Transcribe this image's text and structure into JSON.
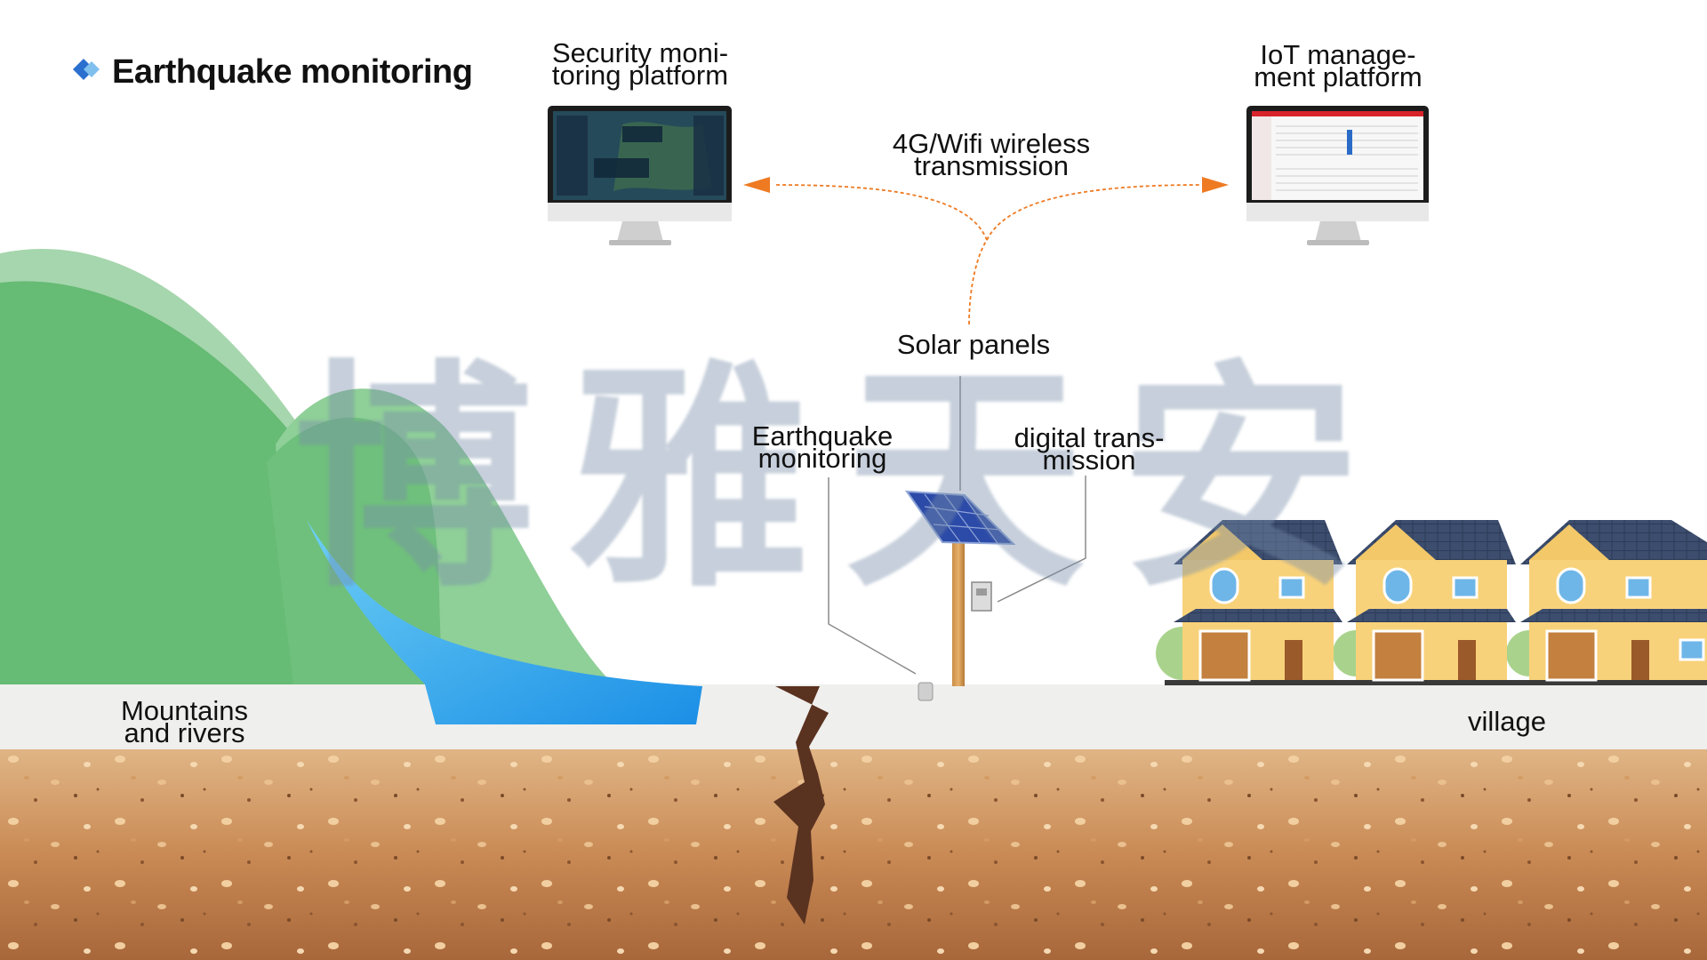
{
  "title": "Earthquake monitoring",
  "labels": {
    "security_platform": [
      "Security moni-",
      "toring platform"
    ],
    "iot_platform": [
      "IoT manage-",
      "ment platform"
    ],
    "wireless": [
      "4G/Wifi wireless",
      "transmission"
    ],
    "solar": "Solar panels",
    "earthquake_monitoring": [
      "Earthquake",
      "monitoring"
    ],
    "digital_transmission": [
      "digital trans-",
      "mission"
    ],
    "mountains": [
      "Mountains",
      "and rivers"
    ],
    "village": "village"
  },
  "watermark": "博雅天安",
  "colors": {
    "arrow": "#ee7a22",
    "mountain_light": "#a6d6ad",
    "mountain_dark": "#66bb75",
    "river": "#2aa3ee",
    "ground_top": "#eeeeec",
    "soil": "#c98a55",
    "house_wall": "#f8d27a",
    "roof": "#3c4d6e"
  }
}
